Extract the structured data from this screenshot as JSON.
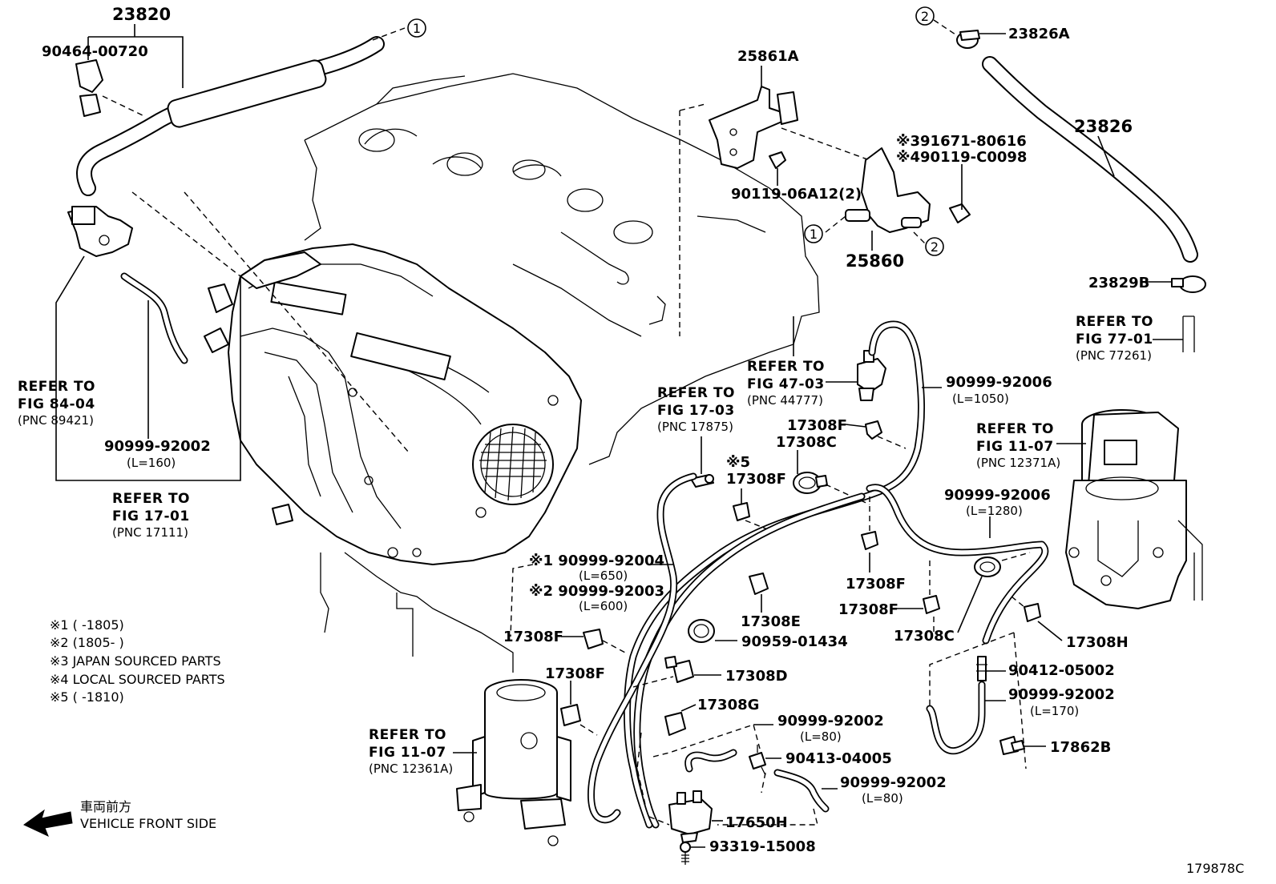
{
  "diagram_code": "179878C",
  "callout_marks": {
    "one": "1",
    "two": "2"
  },
  "parts": {
    "p23820": "23820",
    "p90464": "90464-00720",
    "p25861a": "25861A",
    "p23826a": "23826A",
    "p23826": "23826",
    "p91671": "※391671-80616",
    "p90119c": "※490119-C0098",
    "p90119_06a12": "90119-06A12(2)",
    "p25860": "25860",
    "p23829b": "23829B",
    "p90999_92006a": "90999-92006",
    "p90999_92006a_len": "(L=1050)",
    "p17308f_a": "17308F",
    "p17308c_a": "17308C",
    "p17308f_b_note": "※5",
    "p17308f_b": "17308F",
    "p90999_92002a": "90999-92002",
    "p90999_92002a_len": "(L=160)",
    "p90999_92004": "※1 90999-92004",
    "p90999_92004_len": "(L=650)",
    "p90999_92003": "※2 90999-92003",
    "p90999_92003_len": "(L=600)",
    "p90999_92006b": "90999-92006",
    "p90999_92006b_len": "(L=1280)",
    "p17308f_c": "17308F",
    "p17308e": "17308E",
    "p17308f_d": "17308F",
    "p17308c_b": "17308C",
    "p17308h": "17308H",
    "p90959": "90959-01434",
    "p17308f_e": "17308F",
    "p17308d": "17308D",
    "p17308f_f": "17308F",
    "p17308g": "17308G",
    "p90412": "90412-05002",
    "p90999_92002b": "90999-92002",
    "p90999_92002b_len": "(L=170)",
    "p17862b": "17862B",
    "p90999_92002c": "90999-92002",
    "p90999_92002c_len": "(L=80)",
    "p90413": "90413-04005",
    "p90999_92002d": "90999-92002",
    "p90999_92002d_len": "(L=80)",
    "p17650h": "17650H",
    "p93319": "93319-15008"
  },
  "refs": {
    "r84": {
      "l1": "REFER TO",
      "l2": "FIG 84-04",
      "l3": "(PNC 89421)"
    },
    "r1701": {
      "l1": "REFER TO",
      "l2": "FIG 17-01",
      "l3": "(PNC 17111)"
    },
    "r1703": {
      "l1": "REFER TO",
      "l2": "FIG 17-03",
      "l3": "(PNC 17875)"
    },
    "r4703": {
      "l1": "REFER TO",
      "l2": "FIG 47-03",
      "l3": "(PNC 44777)"
    },
    "r7701": {
      "l1": "REFER TO",
      "l2": "FIG 77-01",
      "l3": "(PNC 77261)"
    },
    "r1107a": {
      "l1": "REFER TO",
      "l2": "FIG 11-07",
      "l3": "(PNC 12371A)"
    },
    "r1107b": {
      "l1": "REFER TO",
      "l2": "FIG 11-07",
      "l3": "(PNC 12361A)"
    }
  },
  "notes": [
    "※1 (        -1805)",
    "※2 (1805-        )",
    "※3 JAPAN SOURCED PARTS",
    "※4 LOCAL SOURCED PARTS",
    "※5 (        -1810)"
  ],
  "direction": {
    "jp": "車両前方",
    "en": "VEHICLE FRONT SIDE"
  }
}
